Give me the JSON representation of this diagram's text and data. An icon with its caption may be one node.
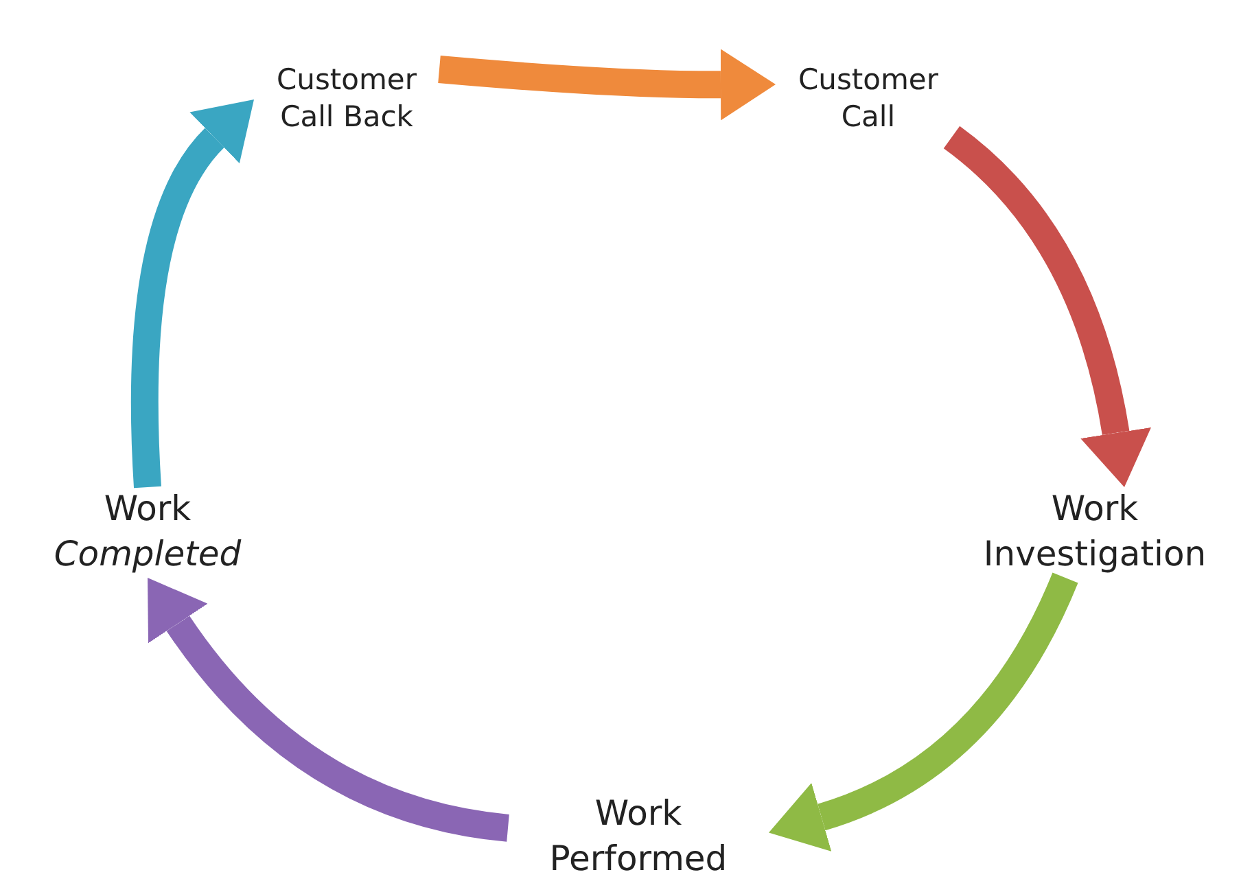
{
  "diagram": {
    "nodes": [
      {
        "text": [
          "Customer Call Back"
        ]
      },
      {
        "text": [
          "Customer Call"
        ]
      },
      {
        "text": [
          "Work Investigation"
        ]
      },
      {
        "text": [
          "Work *Completed*"
        ]
      },
      {
        "text": [
          "Work Performed"
        ]
      }
    ],
    "edges": [
      {
        "from": 0,
        "to": 1,
        "arrow": "to",
        "color": "#ef8a3c"
      },
      {
        "from": 1,
        "to": 2,
        "arrow": "to",
        "color": "#c9504c"
      },
      {
        "from": 2,
        "to": 4,
        "arrow": "to",
        "color": "#8fba45"
      },
      {
        "from": 4,
        "to": 3,
        "arrow": "to",
        "color": "#8a66b4"
      },
      {
        "from": 3,
        "to": 0,
        "arrow": "to",
        "color": "#3aa6c2"
      }
    ]
  }
}
